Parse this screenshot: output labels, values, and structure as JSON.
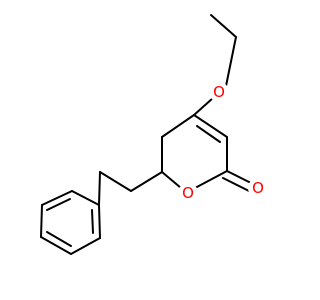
{
  "molecule": {
    "atoms": [
      {
        "id": "ether_oxygen",
        "label": "O"
      },
      {
        "id": "ring_oxygen",
        "label": "O"
      },
      {
        "id": "carbonyl_oxygen",
        "label": "O"
      }
    ],
    "colors": {
      "bond": "#000000",
      "oxygen": "#ff0000",
      "background": "#ffffff"
    }
  }
}
